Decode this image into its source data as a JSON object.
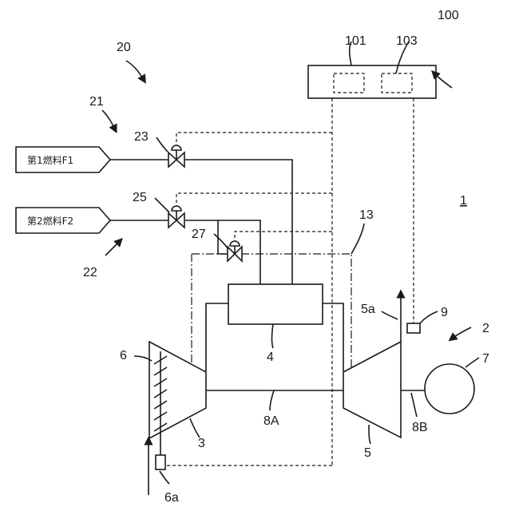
{
  "labels": {
    "fuel1": "第1燃料F1",
    "fuel2": "第2燃料F2"
  },
  "refs": {
    "r100": "100",
    "r101": "101",
    "r103": "103",
    "r20": "20",
    "r21": "21",
    "r22": "22",
    "r23": "23",
    "r25": "25",
    "r27": "27",
    "r13": "13",
    "r1": "1",
    "r2": "2",
    "r3": "3",
    "r4": "4",
    "r5": "5",
    "r5a": "5a",
    "r6": "6",
    "r6a": "6a",
    "r7": "7",
    "r8A": "8A",
    "r8B": "8B",
    "r9": "9"
  }
}
